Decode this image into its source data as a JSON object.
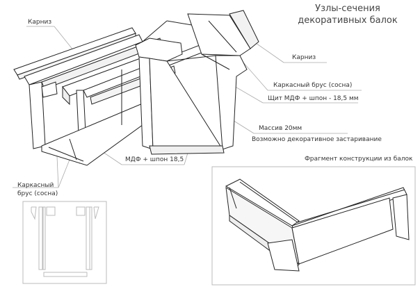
{
  "title_line1": "Узлы-сечения",
  "title_line2": "декоративных балок",
  "labels": {
    "cornice_left": "Карниз",
    "cornice_right": "Карниз",
    "frame_beam_right": "Каркасный брус (сосна)",
    "mdf_panel": "Щит МДФ + шпон - 18,5 мм",
    "solid_wood": "Массив 20мм",
    "aging_note": "Возможно декоративное застаривание",
    "mdf_bottom": "МДФ + шпон 18,5",
    "frame_beam_left_1": "Каркасный",
    "frame_beam_left_2": "брус (сосна)",
    "fragment_caption": "Фрагмент конструкции из балок"
  }
}
